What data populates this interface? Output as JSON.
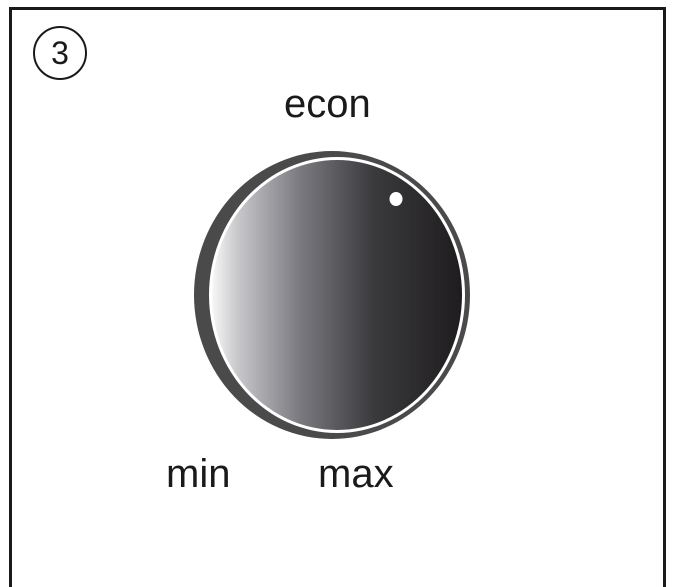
{
  "step": {
    "number": "3"
  },
  "labels": {
    "econ": "econ",
    "min": "min",
    "max": "max"
  },
  "knob": {
    "indicator_icon": "dot-icon",
    "colors": {
      "rim": "#4a4a4a",
      "ring": "#ffffff",
      "gradient_light": "#f7f7f7",
      "gradient_mid": "#7a7a80",
      "gradient_dark": "#1e1c1e",
      "indicator": "#ffffff"
    }
  }
}
